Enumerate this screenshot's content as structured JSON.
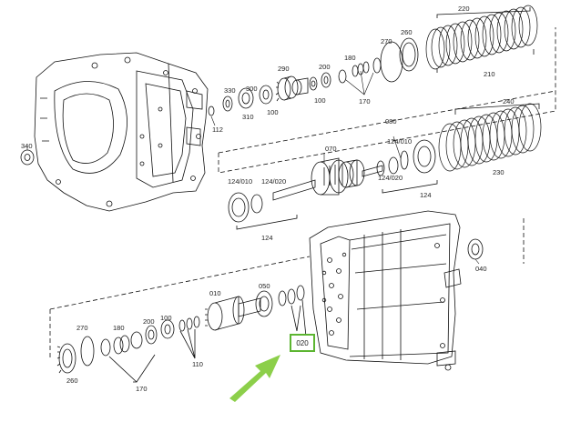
{
  "diagram": {
    "labels": {
      "l220": "220",
      "l210": "210",
      "l270a": "270",
      "l260a": "260",
      "l180a": "180",
      "l200a": "200",
      "l170a": "170",
      "l100a": "100",
      "l290": "290",
      "l330": "330",
      "l300": "300",
      "l310": "310",
      "l100b": "100",
      "l112": "112",
      "l340": "340",
      "l240": "240",
      "l230": "230",
      "l080": "080",
      "l124_010a": "124/010",
      "l070": "070",
      "l124_020a": "124/020",
      "l124a": "124",
      "l124_010b": "124/010",
      "l124_020b": "124/020",
      "l124b": "124",
      "l040": "040",
      "l010": "010",
      "l050": "050",
      "l270b": "270",
      "l180b": "180",
      "l200b": "200",
      "l100c": "100",
      "l110": "110",
      "l260b": "260",
      "l170b": "170"
    },
    "highlight_label": "020",
    "highlight_color": "#5cb531",
    "arrow_color": "#8ccf4a"
  }
}
